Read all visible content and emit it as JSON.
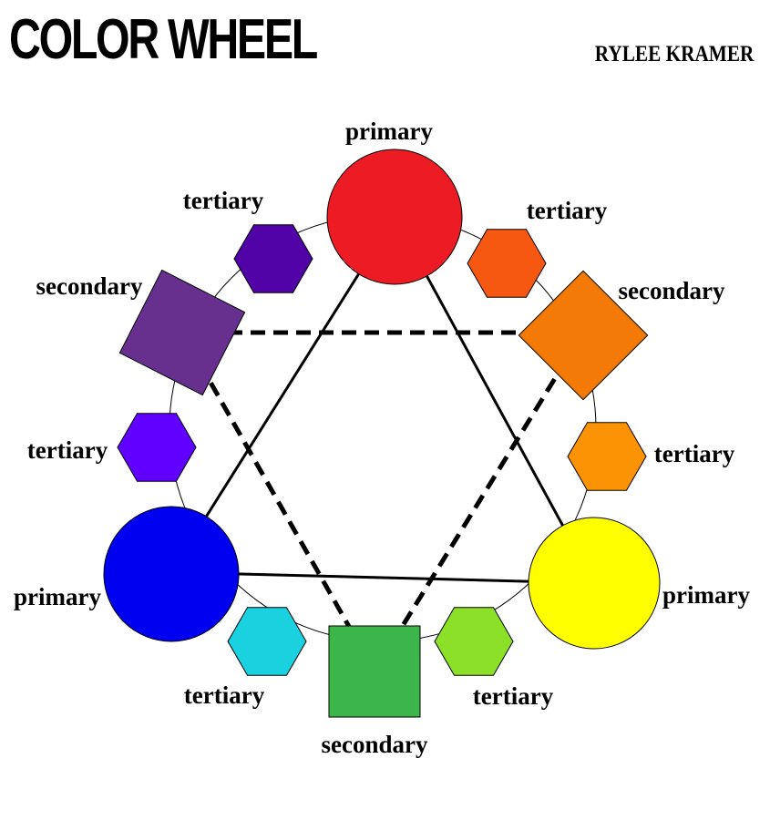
{
  "title": "COLOR WHEEL",
  "author": "RYLEE KRAMER",
  "labels": {
    "primary": "primary",
    "secondary": "secondary",
    "tertiary": "tertiary"
  },
  "colors": {
    "red": "#ed1c24",
    "red_orange": "#f75811",
    "orange": "#f47a08",
    "yellow_orange": "#fb9304",
    "yellow": "#ffff00",
    "yellow_green": "#8ce027",
    "green": "#3cb64a",
    "blue_green": "#1ad2df",
    "blue": "#0000f0",
    "blue_violet": "#6000ff",
    "violet": "#67308f",
    "red_violet": "#5103a7"
  }
}
